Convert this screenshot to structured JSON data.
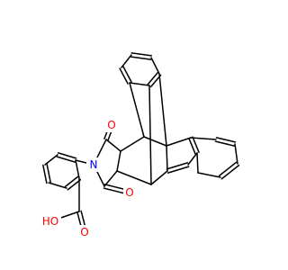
{
  "atoms": {
    "imide_nitrogen": {
      "label": "N",
      "color": "#0000ff"
    },
    "upper_carbonyl_oxygen": {
      "label": "O",
      "color": "#ff0000"
    },
    "lower_carbonyl_oxygen": {
      "label": "O",
      "color": "#ff0000"
    },
    "hydroxyl": {
      "label": "HO",
      "color": "#ff0000"
    },
    "acid_carbonyl_oxygen": {
      "label": "O",
      "color": "#ff0000"
    }
  },
  "colors": {
    "bond": "#000000",
    "background": "#ffffff"
  }
}
